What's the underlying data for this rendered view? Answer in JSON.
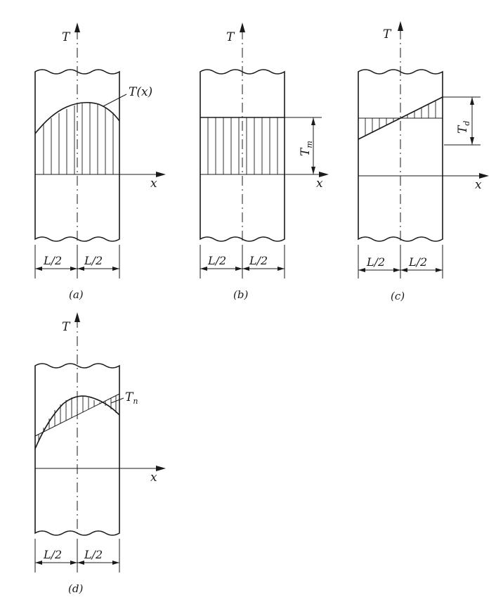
{
  "panels": [
    {
      "id": "a",
      "caption": "(a)",
      "axis_t": "T",
      "axis_x": "x",
      "half_left": "L/2",
      "half_right": "L/2",
      "curve_label": "T(x)"
    },
    {
      "id": "b",
      "caption": "(b)",
      "axis_t": "T",
      "axis_x": "x",
      "half_left": "L/2",
      "half_right": "L/2",
      "dim_label": "T",
      "dim_sub": "m"
    },
    {
      "id": "c",
      "caption": "(c)",
      "axis_t": "T",
      "axis_x": "x",
      "half_left": "L/2",
      "half_right": "L/2",
      "dim_label": "T",
      "dim_sub": "d"
    },
    {
      "id": "d",
      "caption": "(d)",
      "axis_t": "T",
      "axis_x": "x",
      "half_left": "L/2",
      "half_right": "L/2",
      "curve_label": "T",
      "curve_sub": "n"
    }
  ]
}
